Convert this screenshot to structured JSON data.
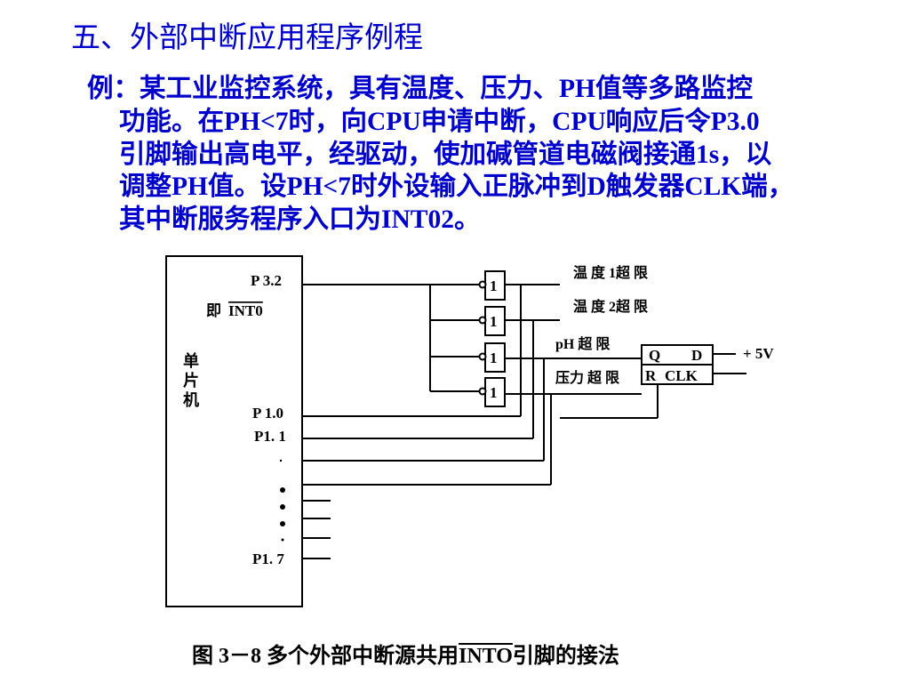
{
  "slide": {
    "title": "五、外部中断应用程序例程",
    "paragraph_lines": [
      "例：某工业监控系统，具有温度、压力、PH值等多路监控",
      "功能。在PH<7时，向CPU申请中断，CPU响应后令P3.0",
      "引脚输出高电平，经驱动，使加碱管道电磁阀接通1s，以",
      "调整PH值。设PH<7时外设输入正脉冲到D触发器CLK端，",
      "其中断服务程序入口为INT02。"
    ]
  },
  "diagram": {
    "mcu_label": [
      "单",
      "片",
      "机"
    ],
    "pin_p32": "P 3.2",
    "pin_int0_prefix": "即",
    "pin_int0": "INT0",
    "pin_p10": "P 1.0",
    "pin_p11": "P1. 1",
    "pin_p17": "P1. 7",
    "gate_label": "1",
    "inputs": [
      "温 度 1超 限",
      "温 度 2超 限",
      "pH 超 限",
      "压力 超 限"
    ],
    "ff_q": "Q",
    "ff_d": "D",
    "ff_r": "R",
    "ff_clk": "CLK",
    "vcc": "+ 5V"
  },
  "caption": {
    "prefix": "图 3－8    多个外部中断源共用",
    "overline": "INTO",
    "suffix": "引脚的接法"
  },
  "colors": {
    "heading": "#0000cc",
    "diagram": "#000000"
  }
}
